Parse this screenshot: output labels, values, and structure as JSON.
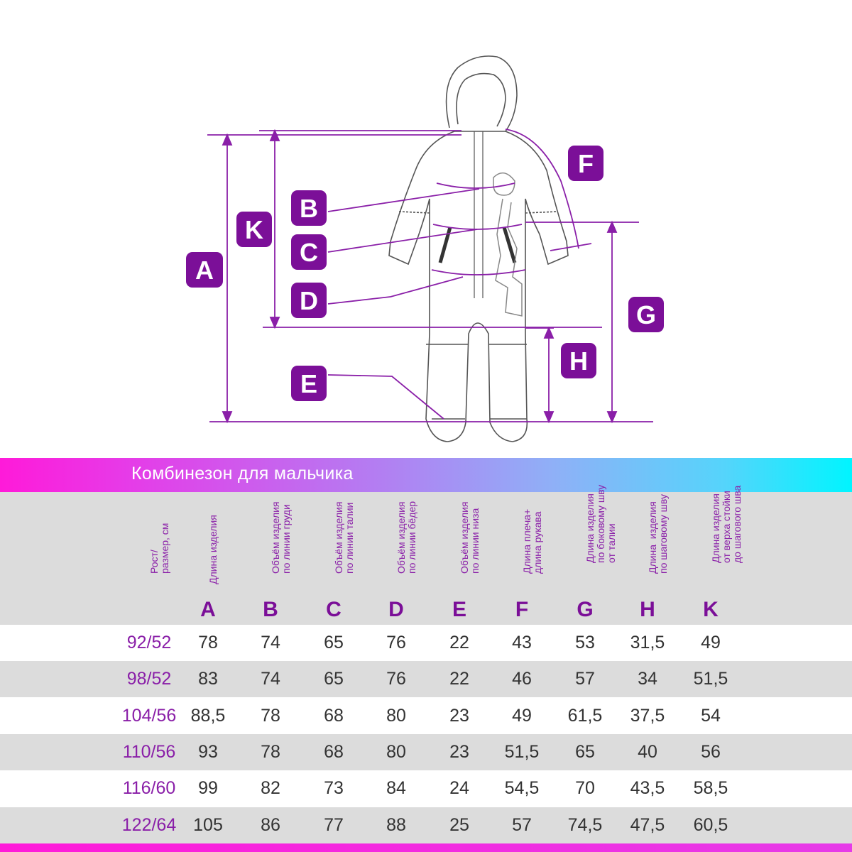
{
  "diagram": {
    "labels": [
      "A",
      "K",
      "B",
      "C",
      "D",
      "E",
      "F",
      "G",
      "H"
    ],
    "accent_color": "#8a1fa8"
  },
  "banner": {
    "title": "Комбинезон для мальчика"
  },
  "table": {
    "headers": [
      {
        "label": "Рост/\nразмер, см",
        "letter": ""
      },
      {
        "label": "Длина изделия",
        "letter": "A"
      },
      {
        "label": "Объём изделия\nпо линии груди",
        "letter": "B"
      },
      {
        "label": "Объём изделия\nпо линии талии",
        "letter": "C"
      },
      {
        "label": "Объём изделия\nпо линии бёдер",
        "letter": "D"
      },
      {
        "label": "Объём изделия\nпо линии низа",
        "letter": "E"
      },
      {
        "label": "Длина плеча+\nдлина рукава",
        "letter": "F"
      },
      {
        "label": "Длина изделия\nпо боковому шву\nот талии",
        "letter": "G"
      },
      {
        "label": "Длина  изделия\nпо шаговому шву",
        "letter": "H"
      },
      {
        "label": "Длина изделия\nот верха стойки\nдо шагового шва",
        "letter": "K"
      }
    ],
    "rows": [
      [
        "92/52",
        "78",
        "74",
        "65",
        "76",
        "22",
        "43",
        "53",
        "31,5",
        "49"
      ],
      [
        "98/52",
        "83",
        "74",
        "65",
        "76",
        "22",
        "46",
        "57",
        "34",
        "51,5"
      ],
      [
        "104/56",
        "88,5",
        "78",
        "68",
        "80",
        "23",
        "49",
        "61,5",
        "37,5",
        "54"
      ],
      [
        "110/56",
        "93",
        "78",
        "68",
        "80",
        "23",
        "51,5",
        "65",
        "40",
        "56"
      ],
      [
        "116/60",
        "99",
        "82",
        "73",
        "84",
        "24",
        "54,5",
        "70",
        "43,5",
        "58,5"
      ],
      [
        "122/64",
        "105",
        "86",
        "77",
        "88",
        "25",
        "57",
        "74,5",
        "47,5",
        "60,5"
      ]
    ]
  }
}
